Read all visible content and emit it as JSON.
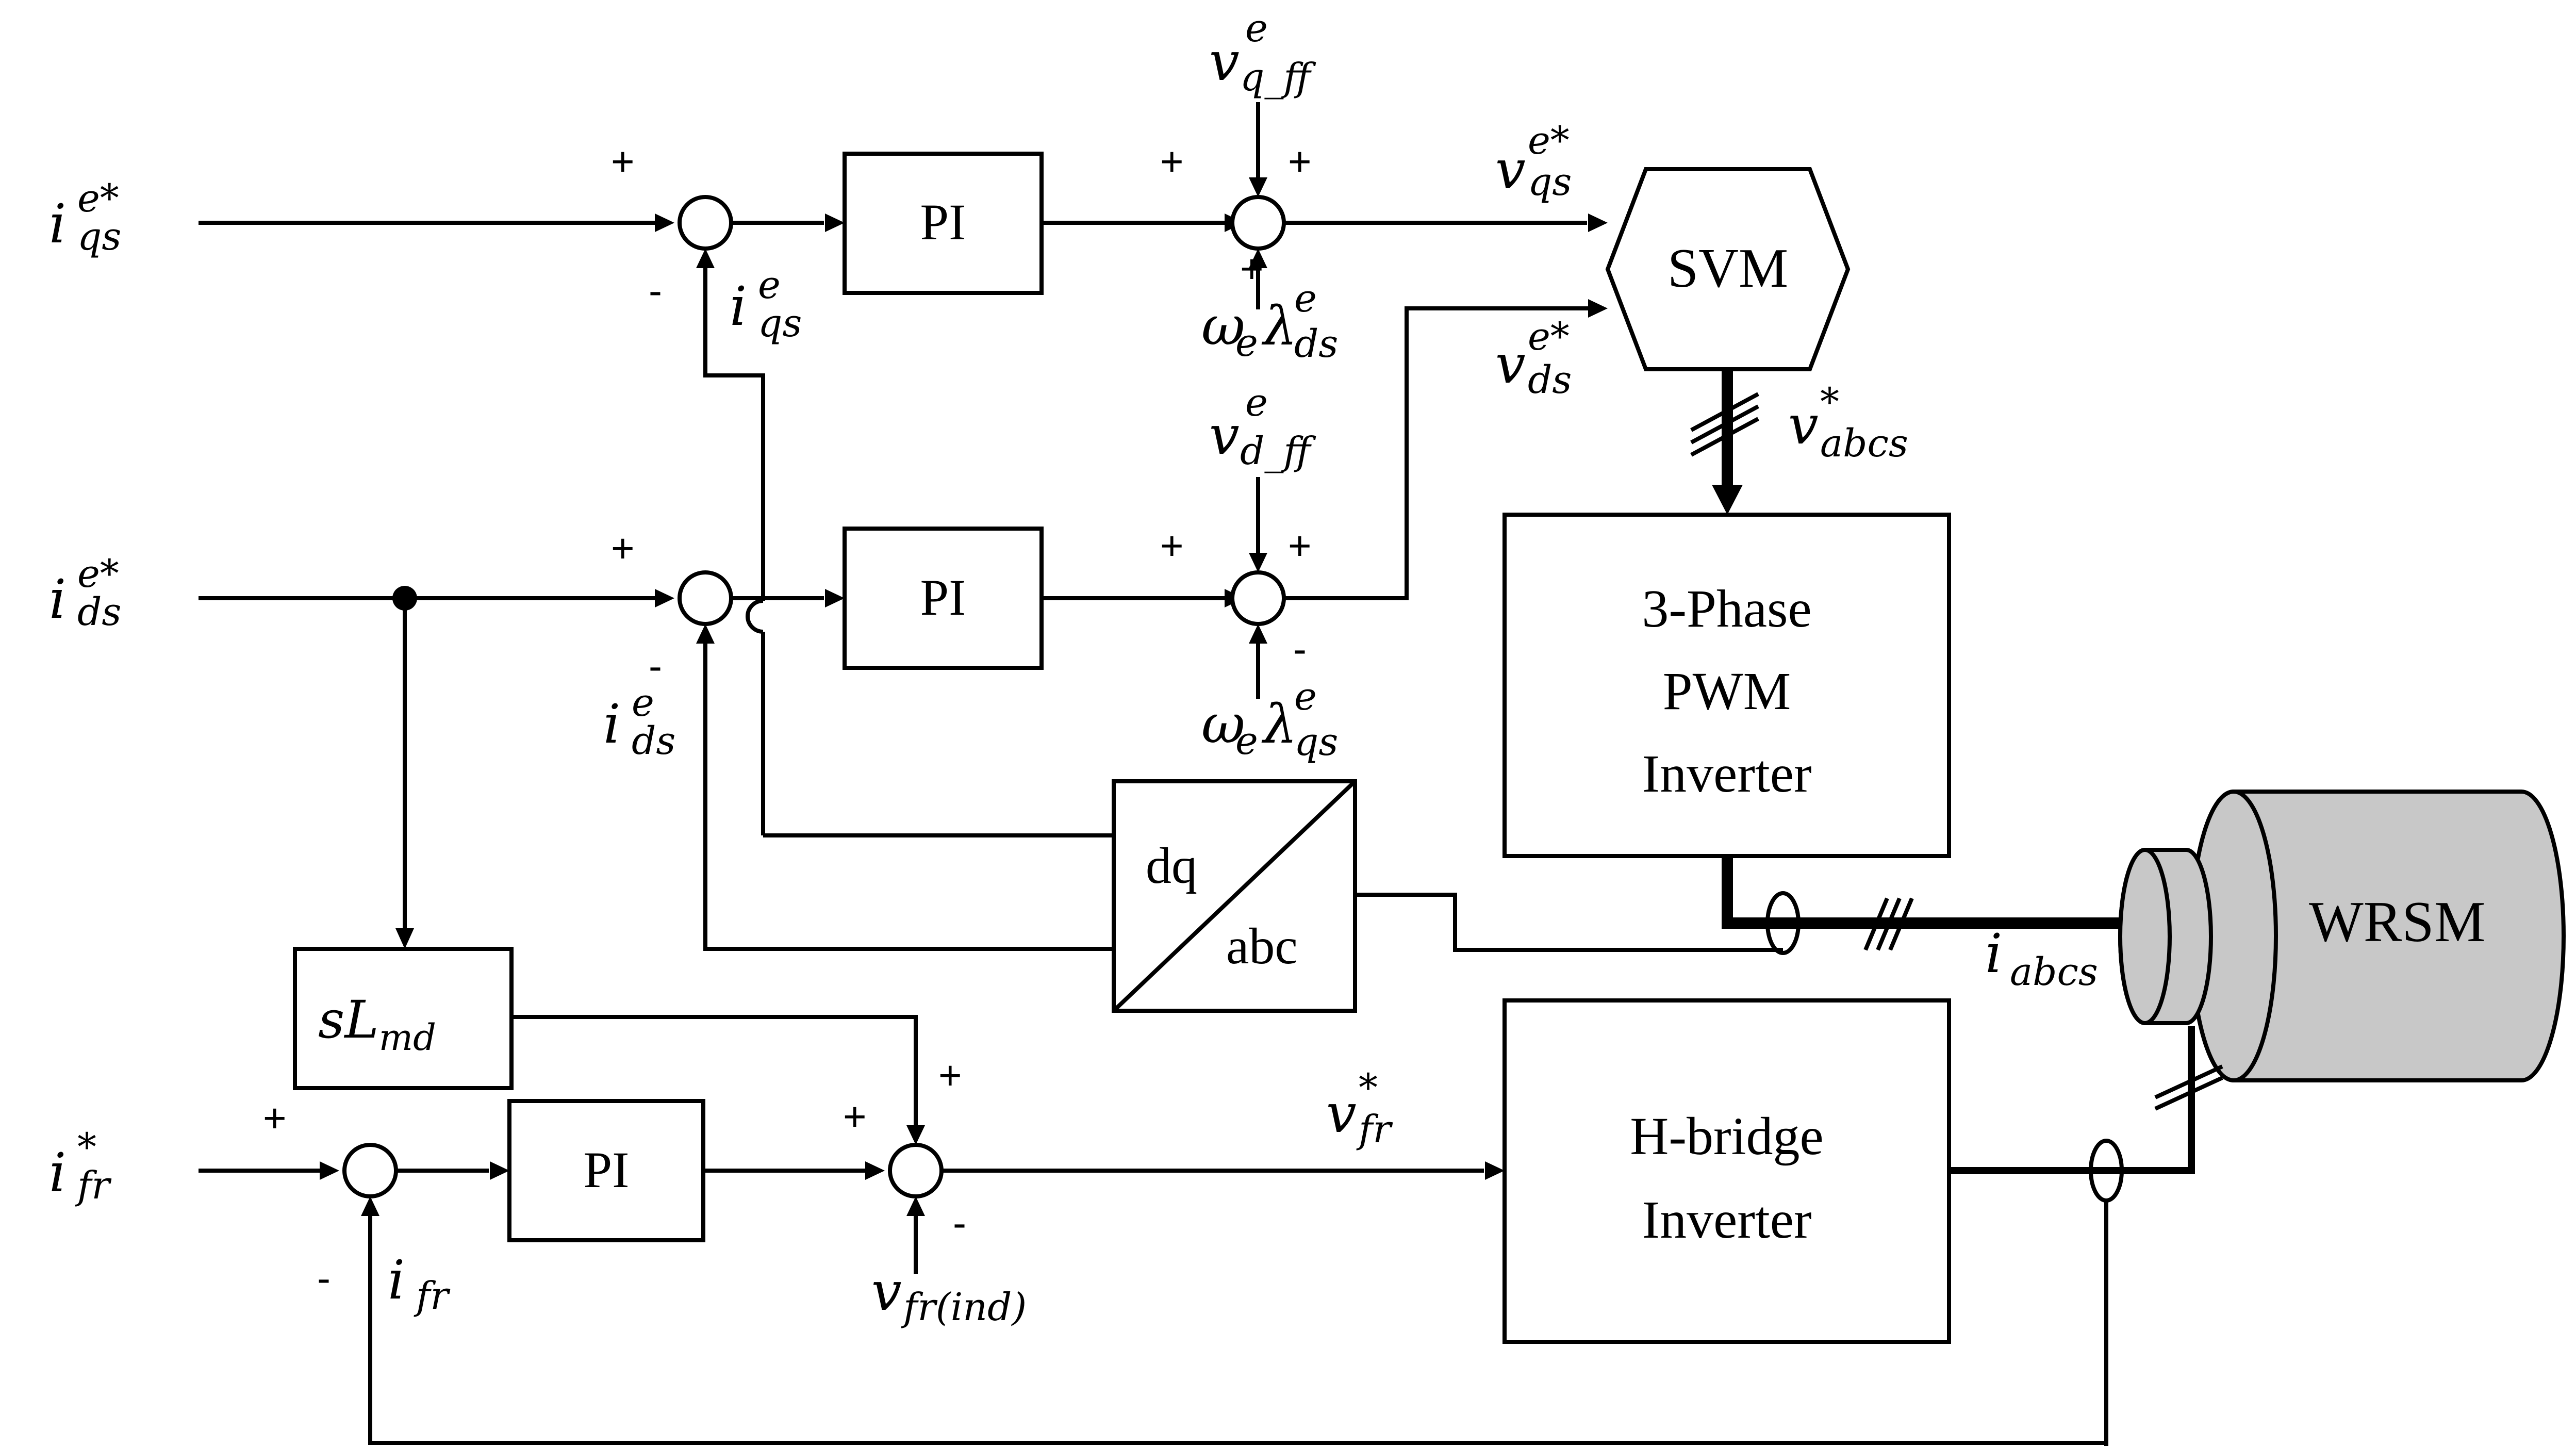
{
  "inputs": {
    "iqs_ref": {
      "base": "i",
      "sup": "e*",
      "sub": "qs"
    },
    "ids_ref": {
      "base": "i",
      "sup": "e*",
      "sub": "ds"
    },
    "ifr_ref": {
      "base": "i",
      "sup": "*",
      "sub": "fr"
    }
  },
  "feedback": {
    "iqs": {
      "base": "i",
      "sup": "e",
      "sub": "qs"
    },
    "ids": {
      "base": "i",
      "sup": "e",
      "sub": "ds"
    },
    "ifr": {
      "base": "i",
      "sub": "fr"
    }
  },
  "feedforward": {
    "vq_ff": {
      "base": "v",
      "sup": "e",
      "sub": "q_ff"
    },
    "vd_ff": {
      "base": "v",
      "sup": "e",
      "sub": "d_ff"
    },
    "we_lds": {
      "omega": "ω",
      "omega_sub": "e",
      "lambda": "λ",
      "sup": "e",
      "sub": "ds"
    },
    "we_lqs": {
      "omega": "ω",
      "omega_sub": "e",
      "lambda": "λ",
      "sup": "e",
      "sub": "qs"
    },
    "vfr_ind": {
      "base": "v",
      "sub": "fr(ind)"
    }
  },
  "signals": {
    "vqs_ref": {
      "base": "v",
      "sup": "e*",
      "sub": "qs"
    },
    "vds_ref": {
      "base": "v",
      "sup": "e*",
      "sub": "ds"
    },
    "vabcs_ref": {
      "base": "v",
      "sup": "*",
      "sub": "abcs"
    },
    "vfr_ref": {
      "base": "v",
      "sup": "*",
      "sub": "fr"
    },
    "iabcs": {
      "base": "i",
      "sub": "abcs"
    }
  },
  "blocks": {
    "pi_label": "PI",
    "svm": "SVM",
    "inverter3": [
      "3-Phase",
      "PWM",
      "Inverter"
    ],
    "hbridge": [
      "H-bridge",
      "Inverter"
    ],
    "dq": "dq",
    "abc": "abc",
    "slmd": {
      "base": "sL",
      "sub": "md"
    },
    "wrsm": "WRSM"
  },
  "signs": {
    "plus": "+",
    "minus": "-"
  }
}
